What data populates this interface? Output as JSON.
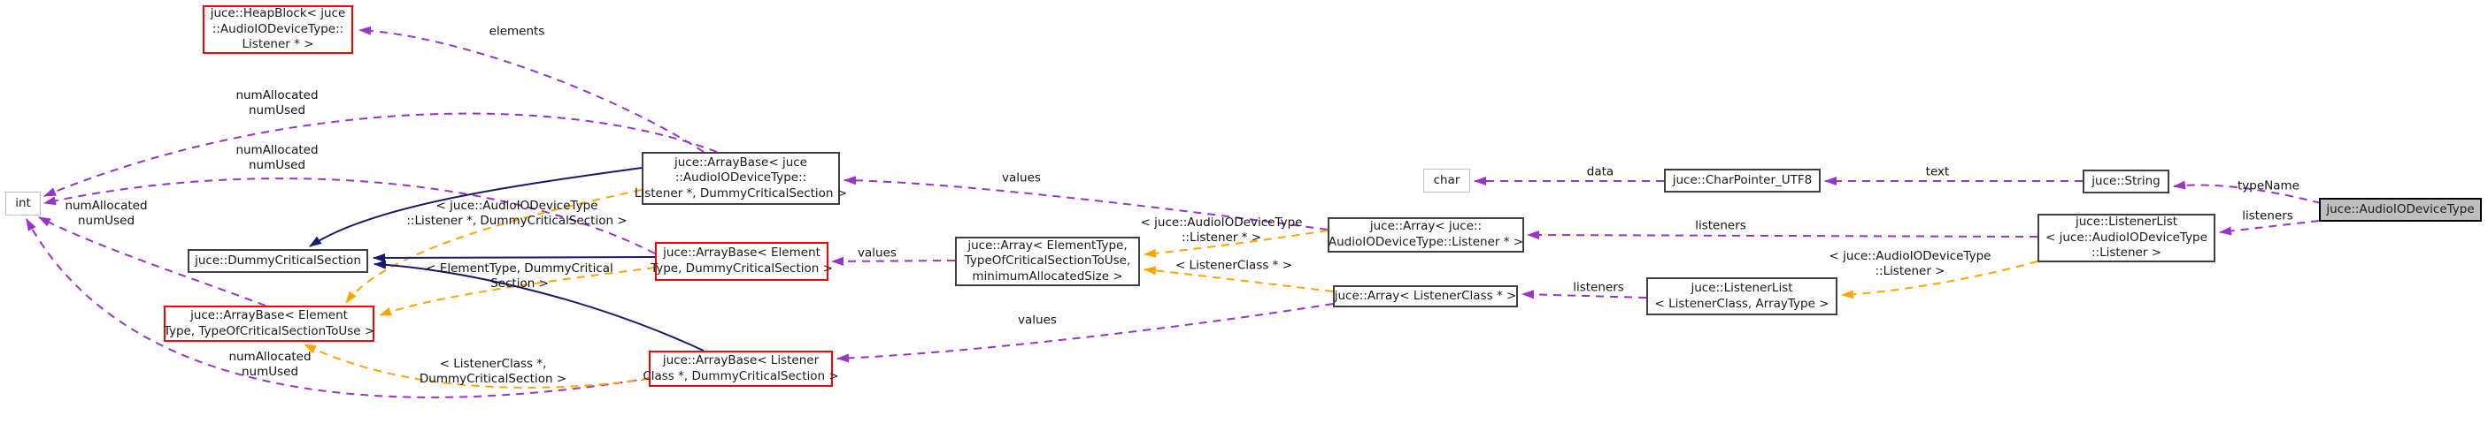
{
  "colors": {
    "usage_edge_purple": "#9a32cd",
    "template_edge_orange": "#ffa500",
    "inheritance_edge_navy": "#191970",
    "node_border_black": "#404040",
    "node_border_red": "#ff0000",
    "node_border_gray": "#c0c0c0",
    "target_node_fill": "#bfbfbf",
    "background": "#ffffff"
  },
  "nodes": {
    "heapblock": {
      "l1": "juce::HeapBlock< juce",
      "l2": "::AudioIODeviceType::",
      "l3": "Listener * >"
    },
    "int_type": {
      "l1": "int"
    },
    "dummy_critical_section": {
      "l1": "juce::DummyCriticalSection"
    },
    "arraybase_audio_listener": {
      "l1": "juce::ArrayBase< juce",
      "l2": "::AudioIODeviceType::",
      "l3": "Listener *, DummyCriticalSection >"
    },
    "arraybase_element": {
      "l1": "juce::ArrayBase< Element",
      "l2": "Type, DummyCriticalSection >"
    },
    "array_element": {
      "l1": "juce::Array< ElementType,",
      "l2": "TypeOfCriticalSectionToUse,",
      "l3": "minimumAllocatedSize >"
    },
    "array_audio_listener": {
      "l1": "juce::Array< juce::",
      "l2": "AudioIODeviceType::Listener * >"
    },
    "array_listenerclass": {
      "l1": "juce::Array< ListenerClass * >"
    },
    "char_type": {
      "l1": "char"
    },
    "charpointer_utf8": {
      "l1": "juce::CharPointer_UTF8"
    },
    "string": {
      "l1": "juce::String"
    },
    "listenerlist_audio": {
      "l1": "juce::ListenerList",
      "l2": "< juce::AudioIODeviceType",
      "l3": "::Listener >"
    },
    "audio_io_device_type": {
      "l1": "juce::AudioIODeviceType"
    },
    "listenerlist_template": {
      "l1": "juce::ListenerList",
      "l2": "< ListenerClass, ArrayType >"
    },
    "arraybase_template": {
      "l1": "juce::ArrayBase< Element",
      "l2": "Type, TypeOfCriticalSectionToUse >"
    },
    "arraybase_listenerclass": {
      "l1": "juce::ArrayBase< Listener",
      "l2": "Class *, DummyCriticalSection >"
    }
  },
  "edge_labels": {
    "elements": {
      "l1": "elements"
    },
    "num_allocated_1": {
      "l1": "numAllocated",
      "l2": "numUsed"
    },
    "num_allocated_2": {
      "l1": "numAllocated",
      "l2": "numUsed"
    },
    "num_allocated_3": {
      "l1": "numAllocated",
      "l2": "numUsed"
    },
    "num_allocated_4": {
      "l1": "numAllocated",
      "l2": "numUsed"
    },
    "values_1": {
      "l1": "values"
    },
    "values_2": {
      "l1": "values"
    },
    "values_3": {
      "l1": "values"
    },
    "listeners_1": {
      "l1": "listeners"
    },
    "listeners_2": {
      "l1": "listeners"
    },
    "listeners_3": {
      "l1": "listeners"
    },
    "data": {
      "l1": "data"
    },
    "text": {
      "l1": "text"
    },
    "type_name": {
      "l1": "typeName"
    },
    "tmpl_arraybase_audio": {
      "l1": "< juce::AudioIODeviceType",
      "l2": "::Listener *, DummyCriticalSection >"
    },
    "tmpl_arraybase_element": {
      "l1": "< ElementType, DummyCritical",
      "l2": "Section >"
    },
    "tmpl_arraybase_listenerclass": {
      "l1": "< ListenerClass *,",
      "l2": "DummyCriticalSection >"
    },
    "tmpl_array_audio": {
      "l1": "< juce::AudioIODeviceType",
      "l2": "::Listener * >"
    },
    "tmpl_array_listenerclass": {
      "l1": "< ListenerClass * >"
    },
    "tmpl_listenerlist": {
      "l1": "< juce::AudioIODeviceType",
      "l2": "::Listener >"
    }
  }
}
